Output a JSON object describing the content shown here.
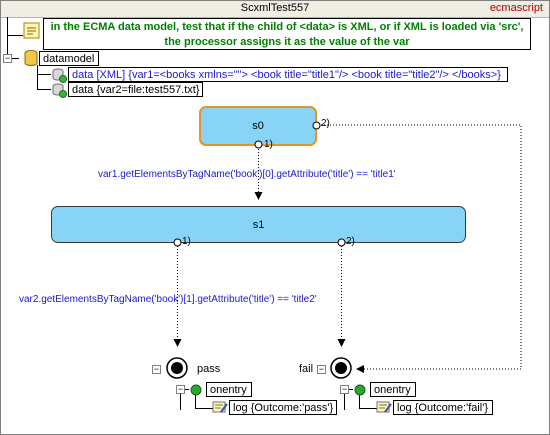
{
  "document": {
    "title": "ScxmlTest557",
    "datamodel_lang": "ecmascript"
  },
  "comment": {
    "line1": "in the ECMA data model, test that if the child of <data> is XML, or if XML is loaded via 'src',",
    "line2": "the processor assigns it as the value of the var"
  },
  "datamodel": {
    "label": "datamodel",
    "items": [
      {
        "kind": "data [XML]",
        "text": "{var1=<books xmlns=\"\"> <book title=\"title1\"/> <book title=\"title2\"/> </books>}"
      },
      {
        "kind": "data",
        "text": "{var2=file:test557.txt}"
      }
    ]
  },
  "states": {
    "s0": {
      "name": "s0"
    },
    "s1": {
      "name": "s1"
    },
    "pass": {
      "name": "pass",
      "onentry": "onentry",
      "log": "log {Outcome:'pass'}"
    },
    "fail": {
      "name": "fail",
      "onentry": "onentry",
      "log": "log {Outcome:'fail'}"
    }
  },
  "transitions": {
    "s0_1": {
      "port": "1)",
      "cond": "var1.getElementsByTagName('book')[0].getAttribute('title') == 'title1'"
    },
    "s0_2": {
      "port": "2)"
    },
    "s1_1": {
      "port": "1)",
      "cond": "var2.getElementsByTagName('book')[1].getAttribute('title') == 'title2'"
    },
    "s1_2": {
      "port": "2)"
    }
  },
  "colors": {
    "state_fill": "#87d4f7",
    "initial_border": "#e8922c",
    "comment_text": "#008000",
    "condition_text": "#1a1acc",
    "language_text": "#b00000"
  }
}
